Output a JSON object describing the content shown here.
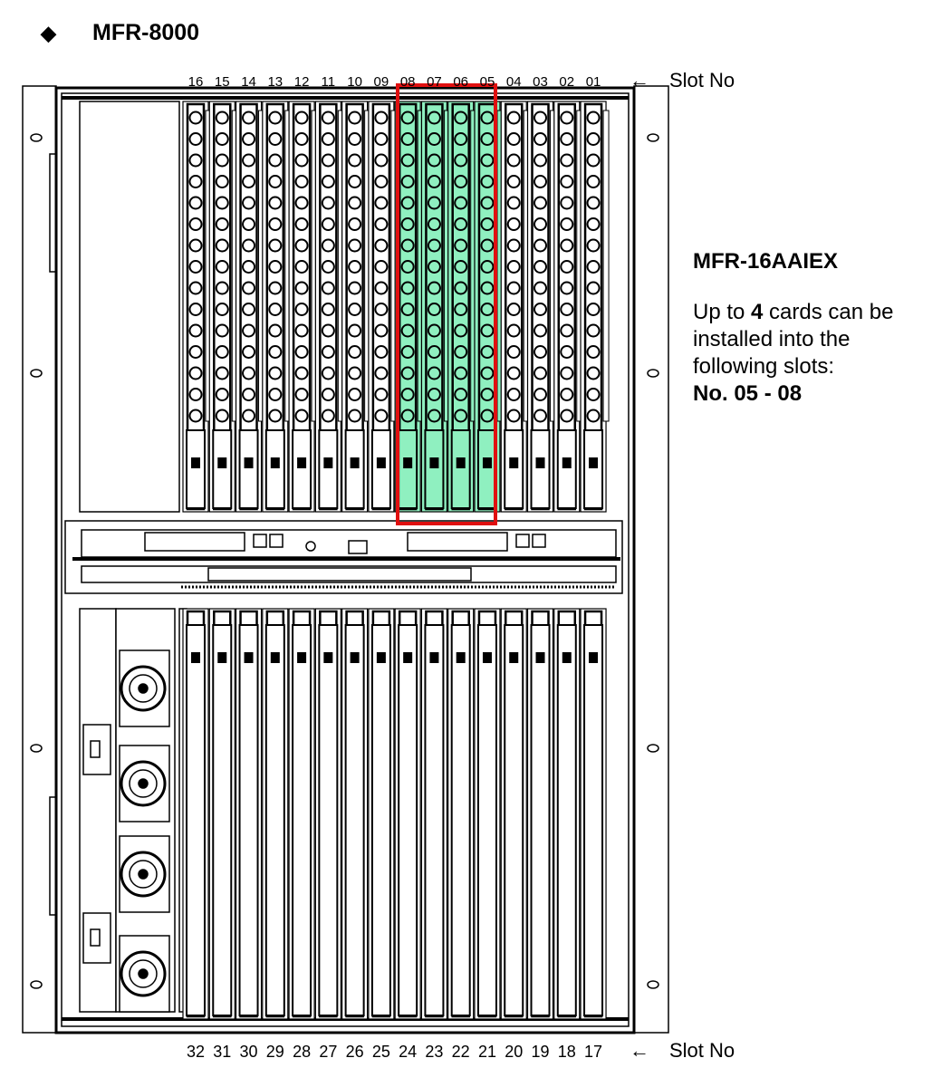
{
  "title": {
    "bullet": "◆",
    "text": "MFR-8000"
  },
  "slot_label": "Slot No",
  "arrow": "←",
  "top_slots": [
    "16",
    "15",
    "14",
    "13",
    "12",
    "11",
    "10",
    "09",
    "08",
    "07",
    "06",
    "05",
    "04",
    "03",
    "02",
    "01"
  ],
  "bottom_slots": [
    "32",
    "31",
    "30",
    "29",
    "28",
    "27",
    "26",
    "25",
    "24",
    "23",
    "22",
    "21",
    "20",
    "19",
    "18",
    "17"
  ],
  "highlighted_slots": [
    "08",
    "07",
    "06",
    "05"
  ],
  "description": {
    "model": "MFR-16AAIEX",
    "line1_pre": "Up to ",
    "line1_num": "4",
    "line1_post": " cards can be",
    "line2": "installed into the",
    "line3": "following slots:",
    "slots": "No. 05 - 08"
  },
  "colors": {
    "highlight_fill": "#8ff0c0",
    "highlight_border": "#e01010"
  }
}
